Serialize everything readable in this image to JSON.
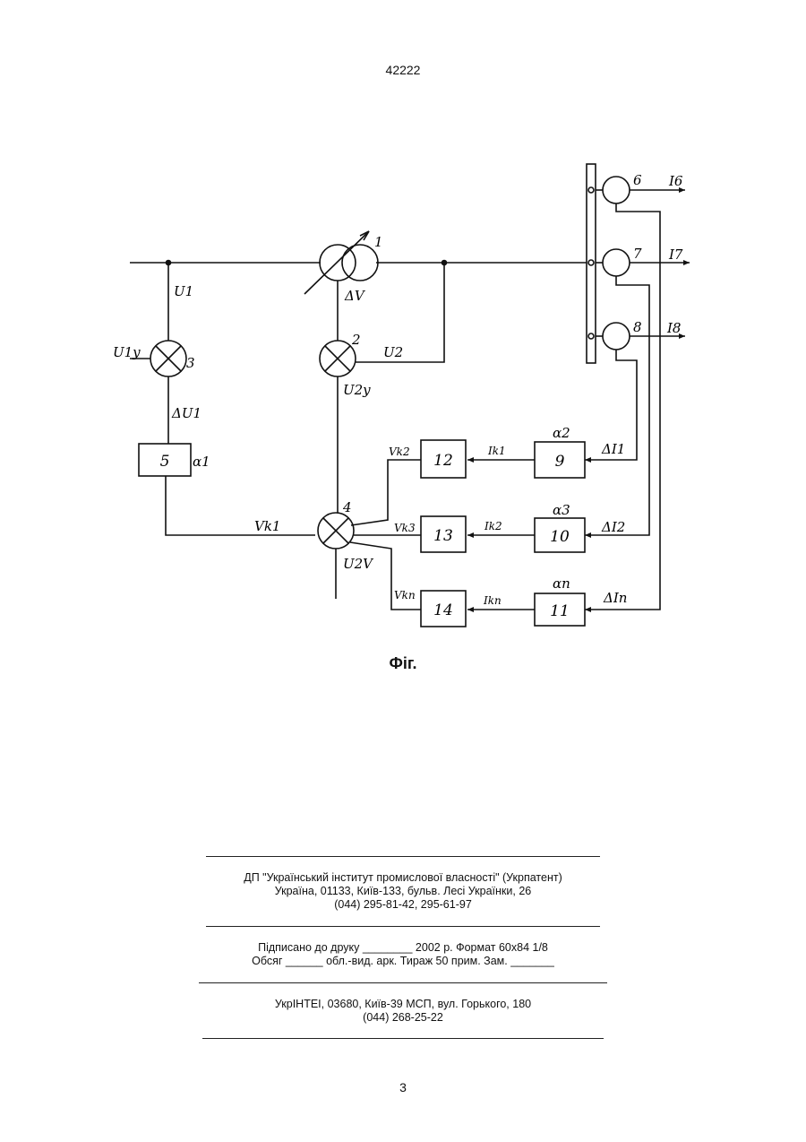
{
  "page": {
    "header_number": "42222",
    "footer_number": "3"
  },
  "figure": {
    "caption": "Фіг.",
    "blocks": {
      "b5": "5",
      "b9": "9",
      "b10": "10",
      "b11": "11",
      "b12": "12",
      "b13": "13",
      "b14": "14"
    },
    "numbers": {
      "n1": "1",
      "n2": "2",
      "n3": "3",
      "n4": "4",
      "n6": "6",
      "n7": "7",
      "n8": "8"
    },
    "labels": {
      "u1": "U1",
      "u1y": "U1y",
      "du1": "ΔU1",
      "dv": "ΔV",
      "u2": "U2",
      "u2y": "U2y",
      "u2v": "U2V",
      "uk1": "Vk1",
      "uk2": "Vk2",
      "uk3": "Vk3",
      "ukn": "Vkn",
      "ik1": "Ik1",
      "ik2": "Ik2",
      "ikn": "Ikn",
      "di1": "ΔI1",
      "di2": "ΔI2",
      "din": "ΔIn",
      "a1": "α1",
      "a2": "α2",
      "a3": "α3",
      "an": "αn",
      "i6": "I6",
      "i7": "I7",
      "i8": "I8"
    }
  },
  "footer": {
    "org_line1": "ДП \"Український інститут промислової власності\" (Укрпатент)",
    "org_line2": "Україна, 01133, Київ-133, бульв. Лесі Українки, 26",
    "org_line3": "(044) 295-81-42, 295-61-97",
    "print_line1": "Підписано до друку ________ 2002 р.     Формат 60х84 1/8",
    "print_line2": "Обсяг ______ обл.-вид. арк.   Тираж 50 прим.     Зам. _______",
    "publisher_line1": "УкрІНТЕІ, 03680, Київ-39 МСП, вул. Горького, 180",
    "publisher_line2": "(044) 268-25-22"
  }
}
